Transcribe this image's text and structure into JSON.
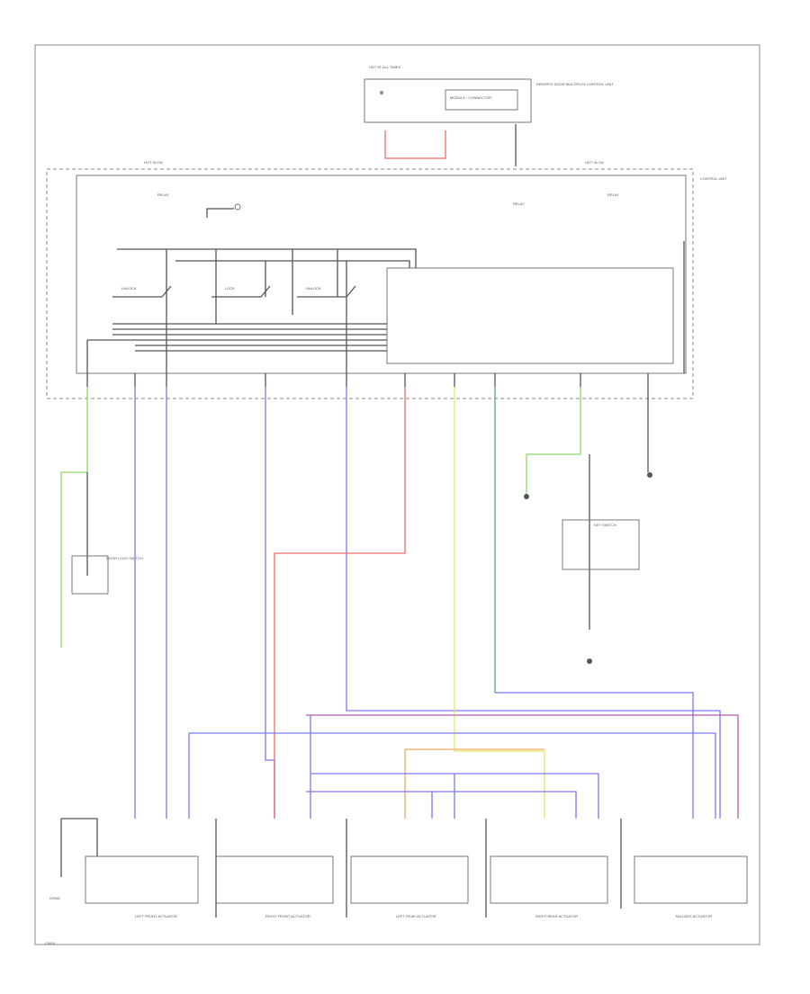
{
  "diagram": {
    "title": "",
    "labels": {
      "top_fuse": "HOT AT ALL TIMES",
      "top_module": "MODULE / CONNECTOR",
      "top_right": "DRIVER'S DOOR MULTIPLEX CONTROL UNIT",
      "main_left": "HOT IN ON",
      "main_right": "HOT IN ON",
      "main_unit": "CONTROL UNIT",
      "relay_1": "RELAY",
      "relay_2": "RELAY",
      "relay_3": "RELAY",
      "switch_1": "UNLOCK",
      "switch_2": "LOCK",
      "switch_3": "UNLOCK",
      "gnd_left": "DOOR LOCK SWITCH",
      "gnd_mid": "KEY SWITCH",
      "act_1": "LEFT FRONT ACTUATOR",
      "act_2": "RIGHT FRONT ACTUATOR",
      "act_3": "LEFT REAR ACTUATOR",
      "act_4": "RIGHT REAR ACTUATOR",
      "act_5": "TAILGATE ACTUATOR",
      "bottom_left_note": "GRND",
      "corner_code": "C0001"
    }
  }
}
